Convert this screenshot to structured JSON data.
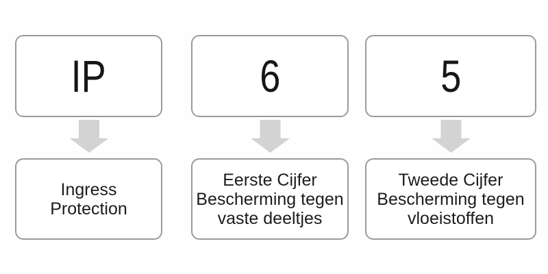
{
  "diagram": {
    "columns": [
      {
        "code": "IP",
        "lines": [
          "Ingress",
          "Protection"
        ]
      },
      {
        "code": "6",
        "lines": [
          "Eerste Cijfer",
          "Bescherming tegen",
          "vaste deeltjes"
        ]
      },
      {
        "code": "5",
        "lines": [
          "Tweede Cijfer",
          "Bescherming tegen",
          "vloeistoffen"
        ]
      }
    ],
    "colors": {
      "background": "#fefefe",
      "box_fill": "#ffffff",
      "box_border": "#9a9a9a",
      "arrow_fill": "#d3d3d3",
      "text": "#1c1c1c"
    }
  }
}
